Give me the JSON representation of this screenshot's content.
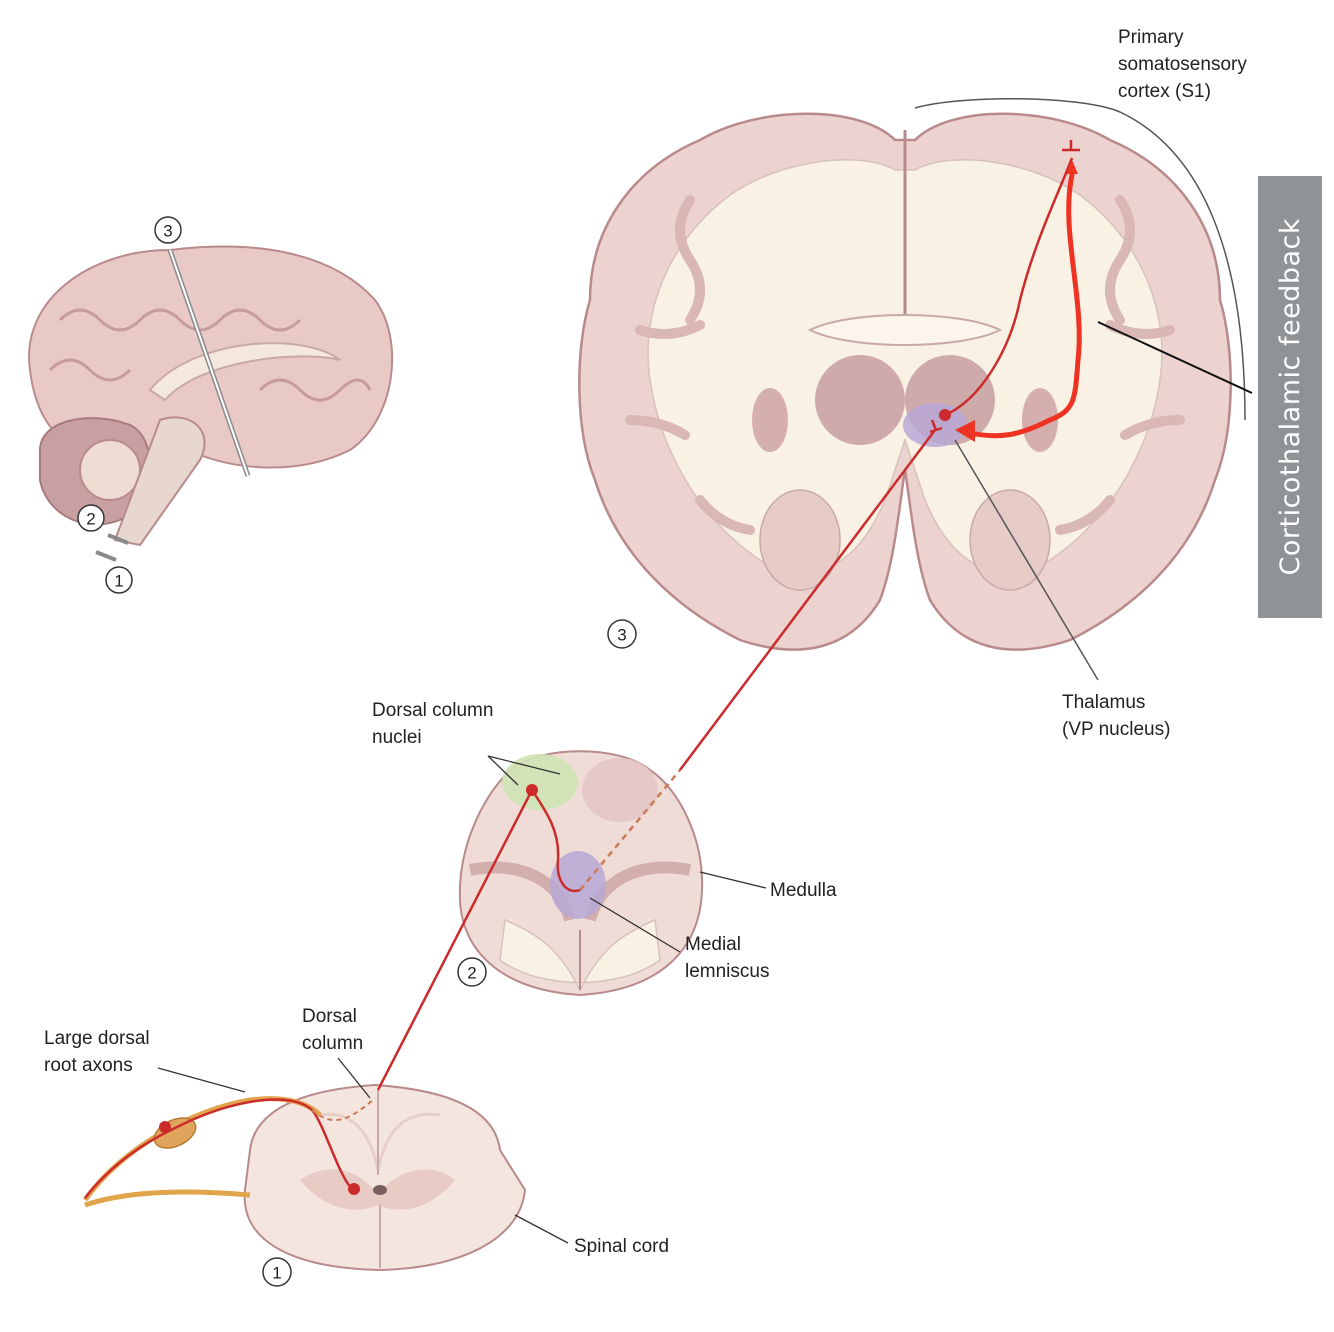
{
  "title_fragment": "",
  "sidebar": {
    "text": "Corticothalamic feedback"
  },
  "labels": {
    "s1": [
      "Primary",
      "somatosensory",
      "cortex (S1)"
    ],
    "thalamus": [
      "Thalamus",
      "(VP nucleus)"
    ],
    "dorsal_column_nuclei": [
      "Dorsal column",
      "nuclei"
    ],
    "medulla": [
      "Medulla"
    ],
    "medial_lemniscus": [
      "Medial",
      "lemniscus"
    ],
    "dorsal_column": [
      "Dorsal",
      "column"
    ],
    "large_dorsal_root_axons": [
      "Large dorsal",
      "root axons"
    ],
    "spinal_cord": [
      "Spinal cord"
    ]
  },
  "markers": {
    "sagittal_3": "3",
    "sagittal_2": "2",
    "sagittal_1": "1",
    "coronal_3": "3",
    "medulla_2": "2",
    "spinal_1": "1"
  },
  "colors": {
    "pathway": "#cc2b2b",
    "feedback_arrow": "#ee3322",
    "tissue": "#ecd3cf",
    "tissue_dark": "#b98a8c",
    "white_matter": "#f8f1e4",
    "nuclei_green": "#cfe3b5",
    "lemniscus_purple": "#b9a8d6",
    "sidebar_bg": "#8f9396"
  }
}
